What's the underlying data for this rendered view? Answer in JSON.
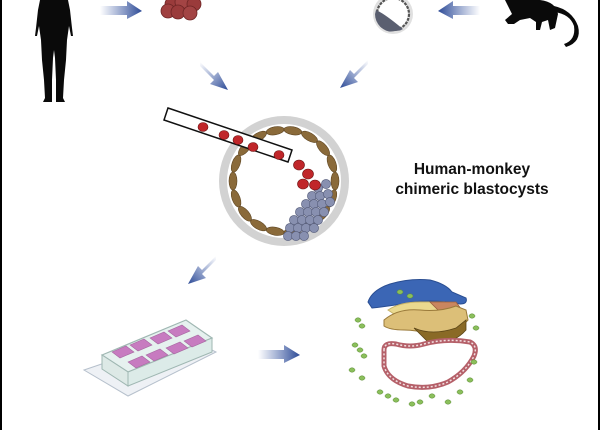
{
  "figure": {
    "caption_line1": "Human-monkey",
    "caption_line2": "chimeric blastocysts",
    "colors": {
      "arrow": "#3c5aa6",
      "human_cells": "#9a3b3b",
      "injected_cells": "#c0262a",
      "trophectoderm": "#8a6a3a",
      "inner_cell_mass": "#8890b0",
      "zona": "#d6d6d6",
      "well": "#c77bc0",
      "ectoderm": "#3b66b5",
      "mesoderm": "#e9d88a",
      "endoderm": "#c98a8a",
      "extraembryonic": "#8bbf5c"
    },
    "elements": [
      "human-silhouette",
      "human-stem-cells",
      "monkey-blastocyst",
      "monkey-silhouette",
      "micropipette-injection",
      "chimeric-blastocyst",
      "culture-chamber-slide",
      "embryo-section"
    ]
  }
}
